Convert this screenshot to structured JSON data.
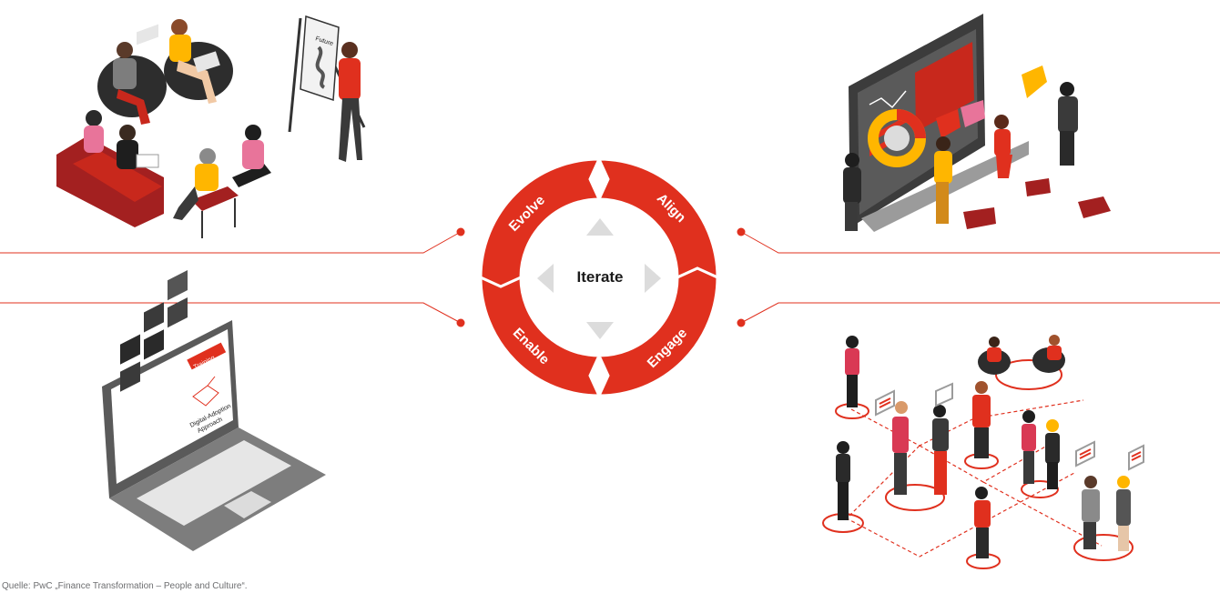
{
  "cycle": {
    "center_label": "Iterate",
    "segments": [
      {
        "label": "Align"
      },
      {
        "label": "Engage"
      },
      {
        "label": "Enable"
      },
      {
        "label": "Evolve"
      }
    ]
  },
  "illustrations": {
    "flipchart_text": "Future",
    "laptop_banner": "Training",
    "laptop_caption_1": "Digital-Adoption",
    "laptop_caption_2": "Approach"
  },
  "source_note": "Quelle: PwC „Finance Transformation – People and Culture“.",
  "colors": {
    "accent_red": "#e0301e",
    "dark_red": "#a32020",
    "light_grey": "#dcdcdc",
    "dark_grey": "#3c3c3c",
    "pink": "#d93954",
    "yellow": "#ffb600"
  }
}
